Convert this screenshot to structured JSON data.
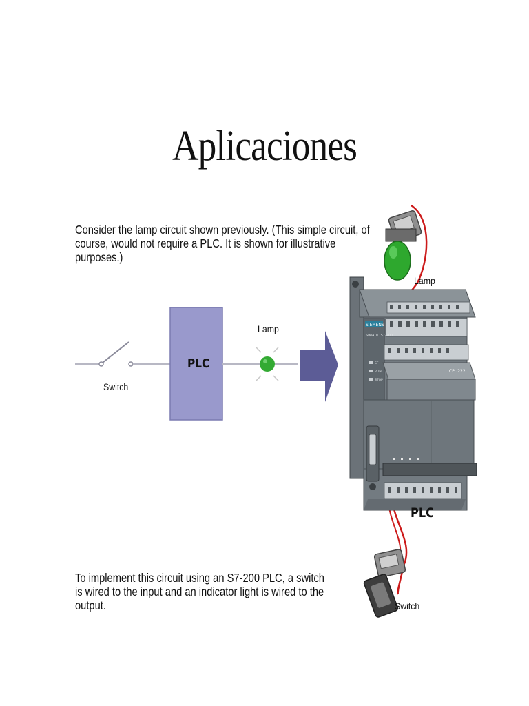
{
  "slide": {
    "title": "Aplicaciones",
    "intro_lines": [
      "Consider the lamp circuit shown previously. (This simple circuit, of",
      "course, would not require a PLC. It is shown for illustrative",
      "purposes.)"
    ],
    "closing_lines": [
      "To implement this circuit using an S7-200 PLC, a switch",
      "is wired to the input and an indicator light is wired to the",
      "output."
    ]
  },
  "schematic": {
    "switch_label": "Switch",
    "plc_label": "PLC",
    "lamp_label": "Lamp",
    "plc_fill": "#9999cc",
    "lamp_color": "#33aa33",
    "arrow_color": "#5c5c96"
  },
  "device": {
    "lamp_label": "Lamp",
    "plc_label": "PLC",
    "switch_label": "Switch",
    "brand": "SIEMENS",
    "model": "SIMATIC S7-200",
    "cpu": "CPU222",
    "wire_color": "#cc1a1a",
    "status_leds": [
      "SF",
      "RUN",
      "STOP"
    ]
  }
}
